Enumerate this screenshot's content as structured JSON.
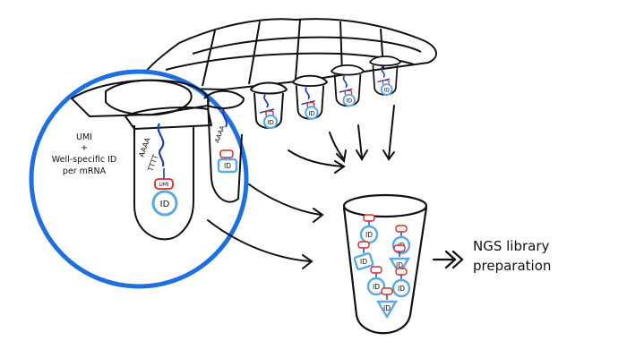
{
  "labels": {
    "umi_line1": "UMI",
    "umi_plus": "+",
    "umi_line2": "Well-specific ID",
    "umi_line3": "per mRNA",
    "ngs_line1": "NGS library",
    "ngs_line2": "preparation"
  },
  "marks": {
    "id": "ID",
    "umi": "UMI",
    "polya": "AAAA",
    "polyt": "TTTT"
  },
  "colors": {
    "ink": "#111111",
    "lens_ring": "#1e6fe0",
    "id_bead": "#5aa9e6",
    "umi_tag": "#d62b2b",
    "mrna": "#1f3fb4"
  }
}
